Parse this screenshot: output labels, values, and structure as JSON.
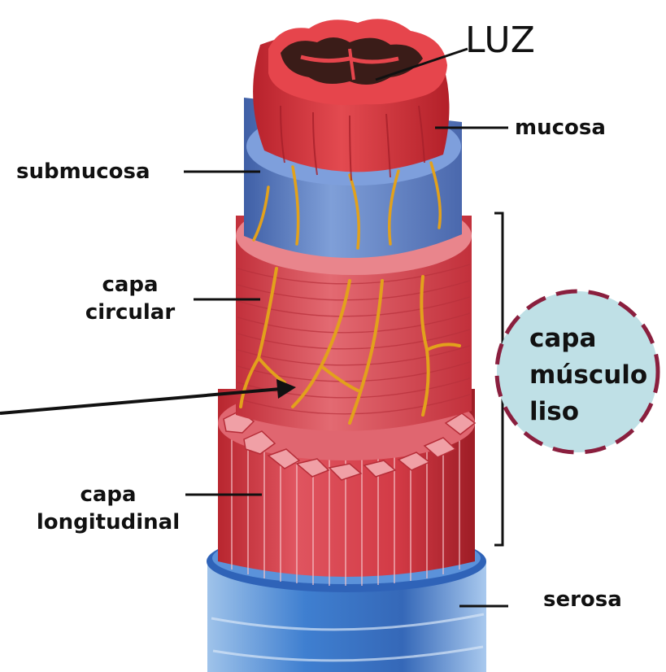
{
  "labels": {
    "luz": "LUZ",
    "mucosa": "mucosa",
    "submucosa": "submucosa",
    "capa_circular_1": "capa",
    "capa_circular_2": "circular",
    "capa_longitudinal_1": "capa",
    "capa_longitudinal_2": "longitudinal",
    "serosa": "serosa",
    "musculo_1": "capa",
    "musculo_2": "músculo",
    "musculo_3": "liso"
  },
  "colors": {
    "mucosa": "#d8323a",
    "submucosa": "#5d7fc2",
    "muscle": "#d94452",
    "longitudinal": "#d23a45",
    "serosa": "#3f7fd0",
    "vessel": "#e2a11c",
    "circle_fill": "#bfe0e6",
    "circle_border": "#8a1f3e"
  }
}
